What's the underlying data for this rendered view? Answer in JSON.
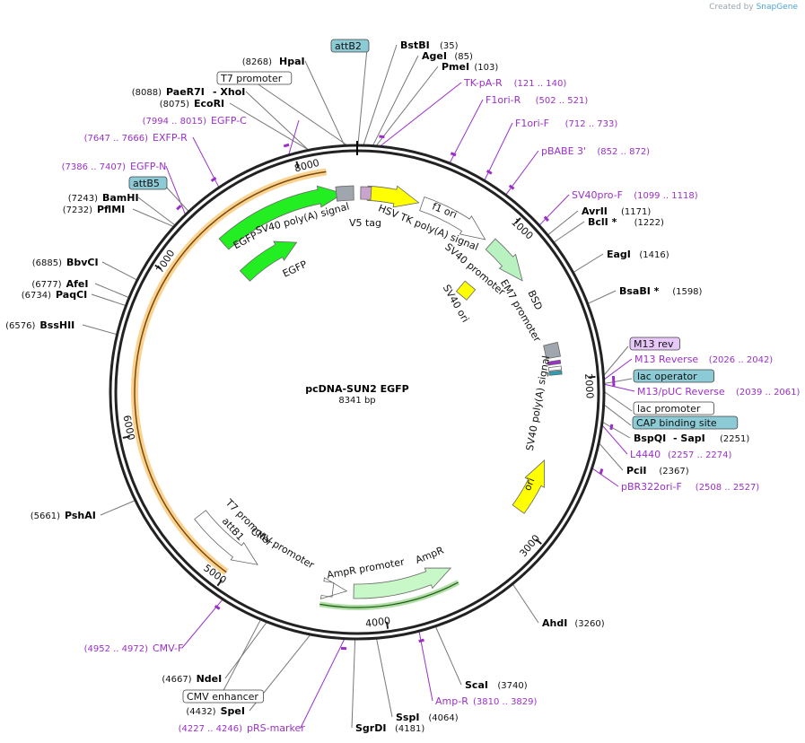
{
  "credit": {
    "prefix": "Created by",
    "brand": "SnapGene"
  },
  "plasmid": {
    "name": "pcDNA-SUN2 EGFP",
    "length": "8341 bp"
  },
  "ticks": [
    "1000",
    "2000",
    "3000",
    "4000",
    "5000",
    "6000",
    "7000",
    "8000"
  ],
  "sites_right": [
    {
      "name": "BstBI",
      "pos": "(35)"
    },
    {
      "name": "AgeI",
      "pos": "(85)"
    },
    {
      "name": "PmeI",
      "pos": "(103)"
    },
    {
      "name": "AvrII",
      "pos": "(1171)"
    },
    {
      "name": "BclI *",
      "pos": "(1222)"
    },
    {
      "name": "EagI",
      "pos": "(1416)"
    },
    {
      "name": "BsaBI *",
      "pos": "(1598)"
    },
    {
      "name": "BspQI",
      "sep": "- SapI",
      "pos": "(2251)"
    },
    {
      "name": "PciI",
      "pos": "(2367)"
    },
    {
      "name": "AhdI",
      "pos": "(3260)"
    },
    {
      "name": "ScaI",
      "pos": "(3740)"
    },
    {
      "name": "SspI",
      "pos": "(4064)"
    },
    {
      "name": "SgrDI",
      "pos": "(4181)"
    }
  ],
  "sites_left": [
    {
      "name": "HpaI",
      "pos": "(8268)"
    },
    {
      "name": "PaeR7I",
      "sep": "- XhoI",
      "pos": "(8088)"
    },
    {
      "name": "EcoRI",
      "pos": "(8075)"
    },
    {
      "name": "BamHI",
      "pos": "(7243)"
    },
    {
      "name": "PflMI",
      "pos": "(7232)"
    },
    {
      "name": "BbvCI",
      "pos": "(6885)"
    },
    {
      "name": "AfeI",
      "pos": "(6777)"
    },
    {
      "name": "PaqCI",
      "pos": "(6734)"
    },
    {
      "name": "BssHII",
      "pos": "(6576)"
    },
    {
      "name": "PshAI",
      "pos": "(5661)"
    },
    {
      "name": "NdeI",
      "pos": "(4667)"
    },
    {
      "name": "SpeI",
      "pos": "(4432)"
    }
  ],
  "primers": [
    {
      "name": "TK-pA-R",
      "pos": "(121 .. 140)"
    },
    {
      "name": "F1ori-R",
      "pos": "(502 .. 521)"
    },
    {
      "name": "F1ori-F",
      "pos": "(712 .. 733)"
    },
    {
      "name": "pBABE 3'",
      "pos": "(852 .. 872)"
    },
    {
      "name": "SV40pro-F",
      "pos": "(1099 .. 1118)"
    },
    {
      "name": "M13 Reverse",
      "pos": "(2026 .. 2042)"
    },
    {
      "name": "M13/pUC Reverse",
      "pos": "(2039 .. 2061)"
    },
    {
      "name": "L4440",
      "pos": "(2257 .. 2274)"
    },
    {
      "name": "pBR322ori-F",
      "pos": "(2508 .. 2527)"
    },
    {
      "name": "Amp-R",
      "pos": "(3810 .. 3829)"
    },
    {
      "name": "pRS-marker",
      "pos": "(4227 .. 4246)"
    },
    {
      "name": "CMV-F",
      "pos": "(4952 .. 4972)"
    },
    {
      "name": "EGFP-C",
      "pos": "(7994 .. 8015)"
    },
    {
      "name": "EXFP-R",
      "pos": "(7647 .. 7666)"
    },
    {
      "name": "EGFP-N",
      "pos": "(7386 .. 7407)"
    }
  ],
  "boxed_labels": [
    {
      "name": "attB2",
      "style": "blue"
    },
    {
      "name": "T7 promoter",
      "style": "white"
    },
    {
      "name": "attB5",
      "style": "blue"
    },
    {
      "name": "M13 rev",
      "style": "purple"
    },
    {
      "name": "lac operator",
      "style": "blue"
    },
    {
      "name": "lac promoter",
      "style": "white"
    },
    {
      "name": "CAP binding site",
      "style": "blue"
    },
    {
      "name": "CMV enhancer",
      "style": "white"
    }
  ],
  "features": [
    "SV40 poly(A) signal",
    "V5 tag",
    "HSV TK poly(A) signal",
    "f1 ori",
    "SV40 promoter",
    "EM7 promoter",
    "BSD",
    "SV40 ori",
    "SV40 poly(A) signal",
    "ori",
    "AmpR",
    "AmpR promoter",
    "CMV promoter",
    "T7 promoter",
    "attB1",
    "EGFP",
    "EGFP"
  ],
  "colors": {
    "backbone": "#222222",
    "primer": "#9b30c8",
    "egfp": "#22ee22",
    "yellow": "#ffff00",
    "bsd": "#b8f2c0",
    "ampr": "#c8f7c8",
    "gray": "#a0a6ad",
    "orange": "#f5a623",
    "blue_box": "#8ccbd6",
    "purple_box": "#e8c8f8"
  }
}
